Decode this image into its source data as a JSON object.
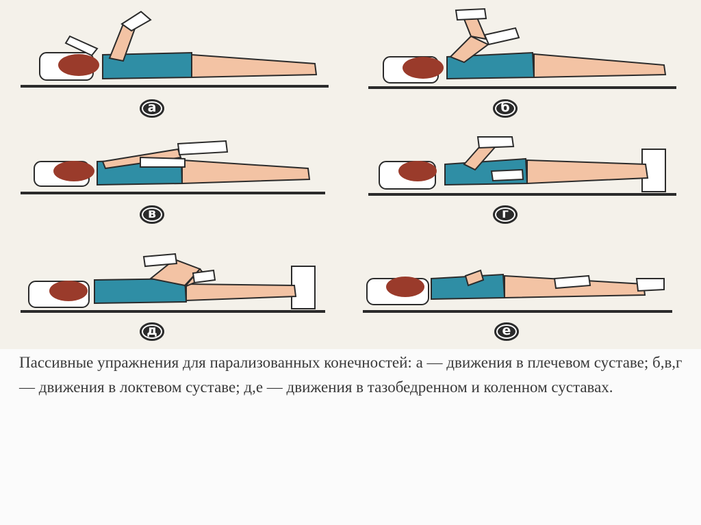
{
  "figure": {
    "panels": [
      {
        "id": "a",
        "label": "а"
      },
      {
        "id": "b",
        "label": "б"
      },
      {
        "id": "v",
        "label": "в"
      },
      {
        "id": "g",
        "label": "г"
      },
      {
        "id": "d",
        "label": "д"
      },
      {
        "id": "e",
        "label": "е"
      }
    ]
  },
  "caption": {
    "text": "Пассивные упражнения для парализованных конечностей: а — движения в плечевом суставе; б,в,г — движения в локтевом суставе; д,е — движения в тазобедренном и коленном суставах."
  },
  "colors": {
    "swimsuit": "#2f8ea5",
    "skin": "#f3c3a4",
    "hair": "#9a3b2b",
    "pillow": "#ffffff",
    "line": "#2b2b2b",
    "background": "#f4f1ea"
  }
}
